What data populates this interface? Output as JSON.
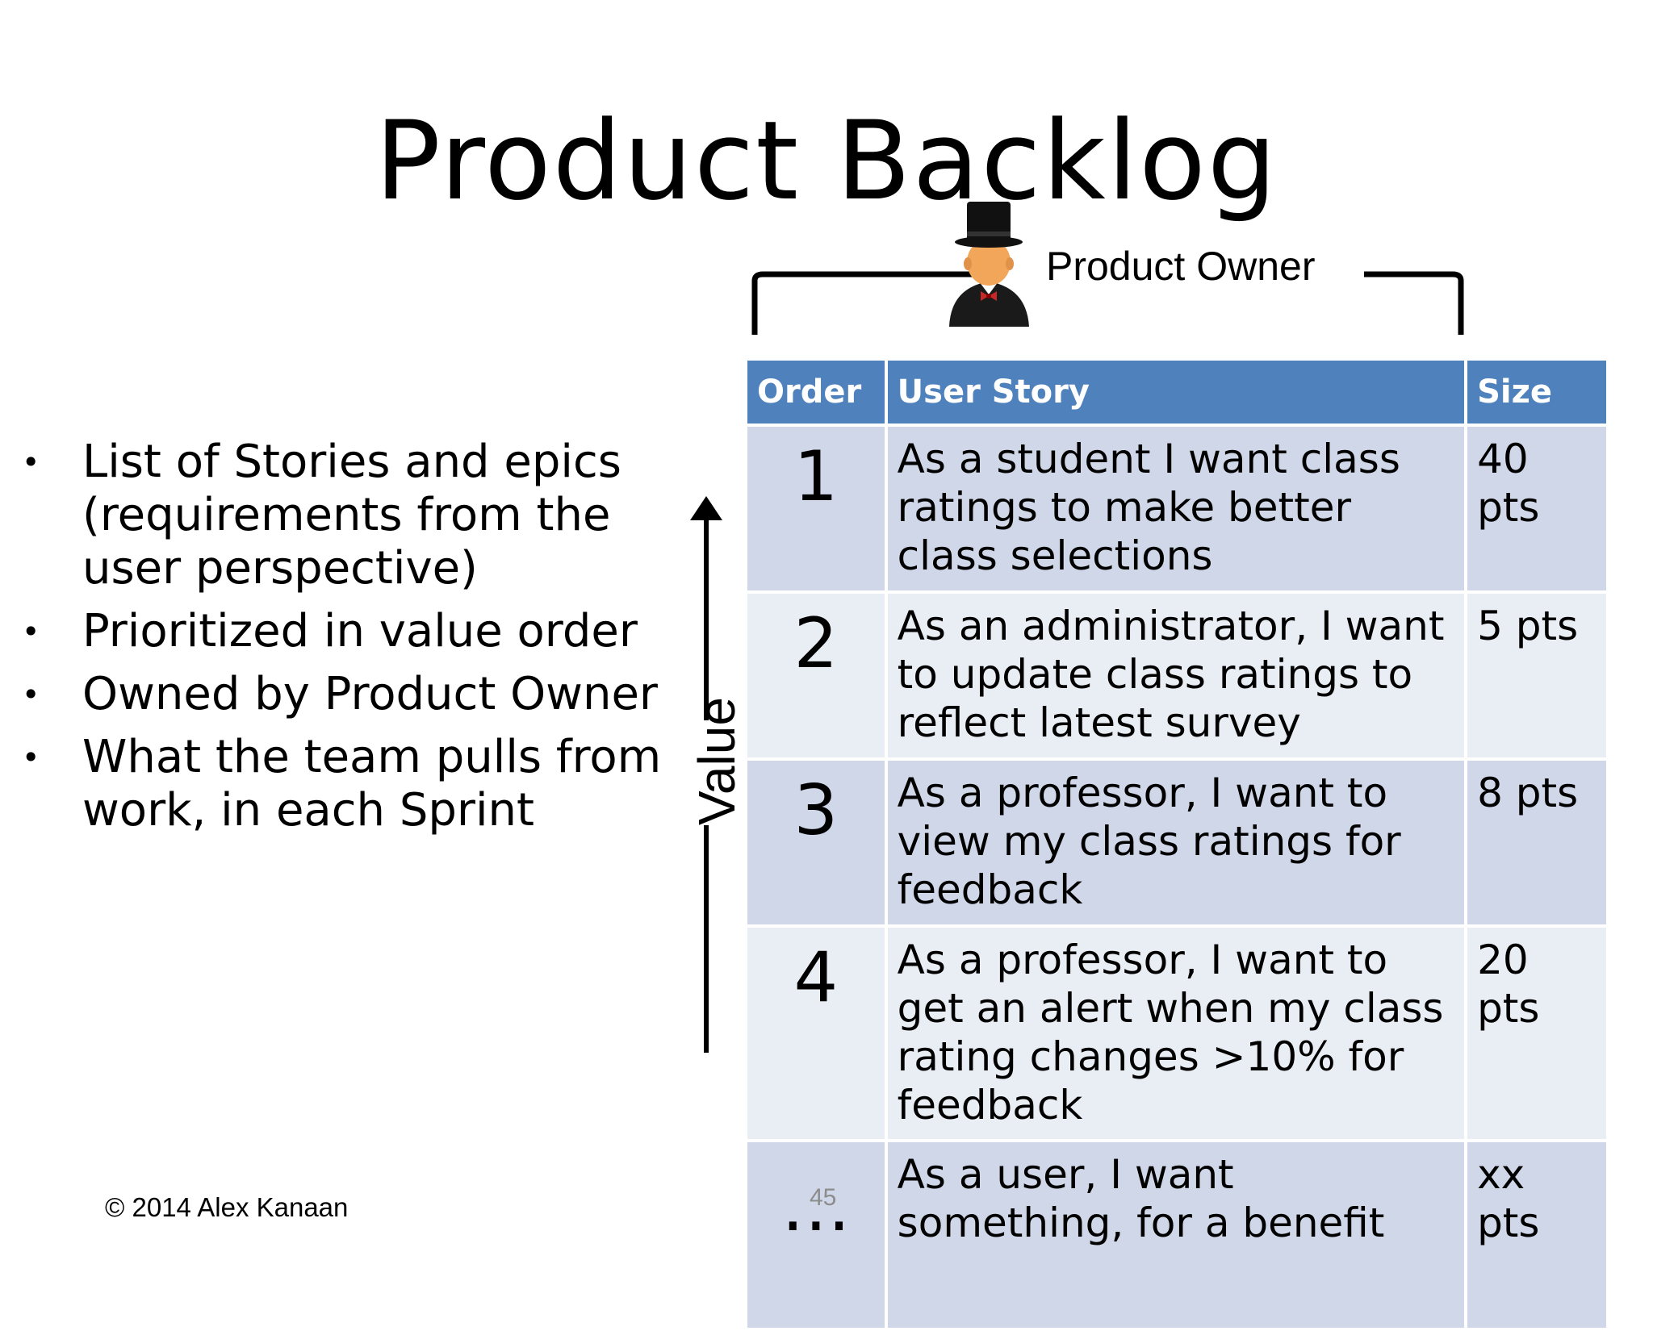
{
  "slide": {
    "title": "Product Backlog",
    "bullets": [
      "List of Stories and epics (requirements from the user perspective)",
      "Prioritized in value order",
      "Owned by Product Owner",
      "What the team pulls from work, in each Sprint"
    ],
    "value_axis_label": "Value",
    "product_owner_label": "Product Owner",
    "product_owner_icon": "top-hat-person-icon",
    "table": {
      "headers": [
        "Order",
        "User Story",
        "Size"
      ],
      "rows": [
        {
          "order": "1",
          "story": "As a student I want class ratings to make better class selections",
          "size": "40 pts"
        },
        {
          "order": "2",
          "story": "As an administrator, I want to update class ratings to reflect latest survey",
          "size": "5 pts"
        },
        {
          "order": "3",
          "story": "As a professor, I want to view my class ratings for feedback",
          "size": "8 pts"
        },
        {
          "order": "4",
          "story": "As a professor, I want to get an alert when my class rating changes >10% for feedback",
          "size": "20 pts"
        },
        {
          "order": "…",
          "story": "As a user, I want something, for a benefit",
          "size": "xx pts"
        }
      ],
      "colors": {
        "header": "#4f81bd",
        "row_dark": "#cfd7e8",
        "row_light": "#e9edf4"
      }
    },
    "slide_number": "45",
    "copyright": "© 2014 Alex Kanaan"
  }
}
